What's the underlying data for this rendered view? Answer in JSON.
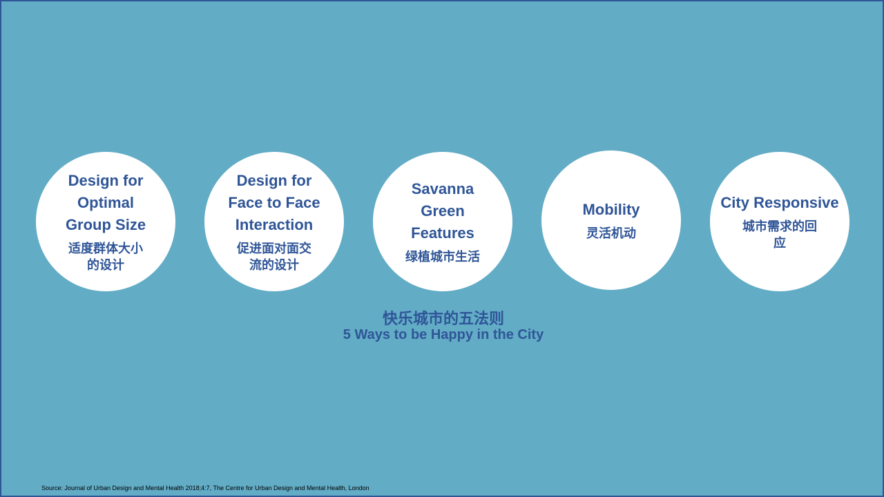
{
  "circles": [
    {
      "en": "Design for Optimal Group Size",
      "zh": "适度群体大小的设计"
    },
    {
      "en": "Design for Face to Face Interaction",
      "zh": "促进面对面交流的设计"
    },
    {
      "en": "Savanna Green Features",
      "zh": "绿植城市生活"
    },
    {
      "en": "Mobility",
      "zh": "灵活机动"
    },
    {
      "en": "City Responsive",
      "zh": "城市需求的回应"
    }
  ],
  "title": {
    "zh": "快乐城市的五法则",
    "en": "5 Ways to be Happy in the City"
  },
  "source": "Source: Journal of Urban Design and Mental Health 2018;4:7, The Centre for Urban Design and Mental Health, London",
  "colors": {
    "background": "#62acc6",
    "text": "#2f5597",
    "circle": "#ffffff"
  }
}
